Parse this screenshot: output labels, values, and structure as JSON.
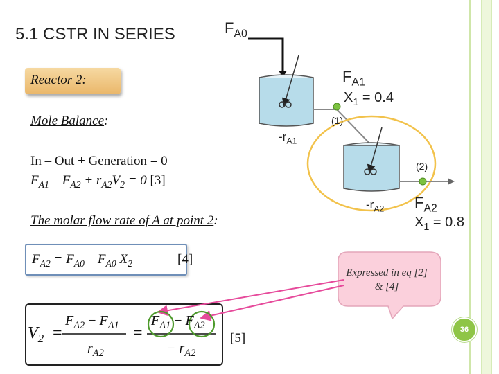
{
  "slide": {
    "title": "5.1 CSTR IN SERIES",
    "reactor_label": "Reactor 2:",
    "mole_balance_label": "Mole Balance",
    "colon": ":",
    "equation_general": "In – Out + Generation = 0",
    "eq3": {
      "f": "F",
      "a1": "A1",
      "minus": " – ",
      "f2": "F",
      "a2": "A2",
      "plus": " + r",
      "a2b": "A2",
      "v": "V",
      "two": "2",
      "rest": " = 0",
      "tag": "[3]"
    },
    "molar_flow_label": "The molar flow rate of A at point 2",
    "eq4": {
      "fa2": "F",
      "s1": "A2",
      "eq": " = F",
      "s2": "A0",
      "minus": " – F",
      "s3": "A0",
      "x": " X",
      "s4": "2",
      "tag": "[4]"
    },
    "eq5_tag": "[5]",
    "eq5": {
      "v": "V",
      "v_sub": "2",
      "eq": "=",
      "num1": "F",
      "num1_sub": "A2",
      "minus": "−",
      "num1b": "F",
      "num1b_sub": "A1",
      "den1": "r",
      "den1_sub": "A2",
      "num2": "F",
      "num2_sub": "A1",
      "num2b": "F",
      "num2b_sub": "A2",
      "den2": "− r",
      "den2_sub": "A2"
    },
    "callout": "Expressed in eq [2] & [4]",
    "page_number": "36"
  },
  "diagram": {
    "feed_label": "F",
    "feed_sub": "A0",
    "fa1_label": "F",
    "fa1_sub": "A1",
    "x1_top": "X",
    "x1_top_sub": "1",
    "x1_top_val": " = 0.4",
    "point1": "(1)",
    "ra1": "-r",
    "ra1_sub": "A1",
    "point2": "(2)",
    "ra2": "-r",
    "ra2_sub": "A2",
    "fa2_label": "F",
    "fa2_sub": "A2",
    "x_bottom": "X",
    "x_bottom_sub": "1",
    "x_bottom_val": " = 0.8"
  },
  "colors": {
    "accent": "#8fc547",
    "callout": "#fbd0dc",
    "highlight_ellipse": "#f2c24b",
    "tank": "#b7dcea"
  }
}
